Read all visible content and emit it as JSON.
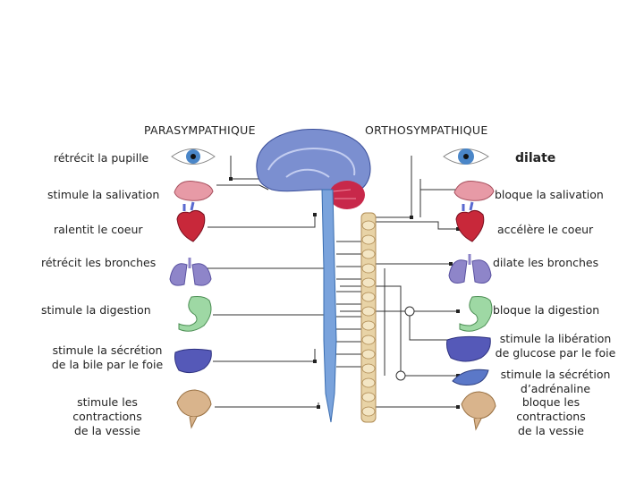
{
  "headers": {
    "left": "PARASYMPATHIQUE",
    "right": "ORTHOSYMPATHIQUE"
  },
  "left_labels": {
    "pupil": "rétrécit la pupille",
    "saliva": "stimule la salivation",
    "heart": "ralentit le coeur",
    "lungs": "rétrécit les bronches",
    "digestion": "stimule la digestion",
    "bile_1": "stimule la sécrétion",
    "bile_2": "de la bile par le foie",
    "bladder_1": "stimule les",
    "bladder_2": "contractions",
    "bladder_3": "de la vessie"
  },
  "right_labels": {
    "pupil": "dilate",
    "saliva": "bloque la salivation",
    "heart": "accélère le coeur",
    "lungs": "dilate les bronches",
    "digestion": "bloque la digestion",
    "glucose_1": "stimule la libération",
    "glucose_2": "de glucose par le foie",
    "adrenal_1": "stimule la sécrétion",
    "adrenal_2": "d’adrénaline",
    "bladder_1": "bloque les",
    "bladder_2": "contractions",
    "bladder_3": "de la vessie"
  },
  "colors": {
    "brain": "#7b8fd0",
    "cerebellum": "#c8284a",
    "spinal_cord": "#7aa3dc",
    "ganglia": "#e8d3a6",
    "heart": "#c8283a",
    "lungs": "#8e85c9",
    "stomach": "#9ed8a4",
    "liver": "#5559b8",
    "bladder": "#d9b48c",
    "eye": "#4a86c8"
  }
}
